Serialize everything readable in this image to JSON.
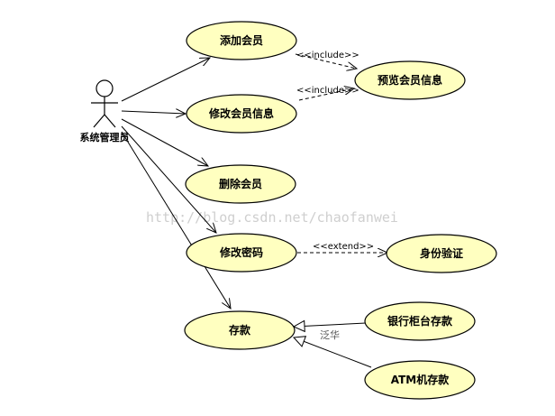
{
  "actor": {
    "name": "系统管理员"
  },
  "use_cases": {
    "add_member": "添加会员",
    "edit_member_info": "修改会员信息",
    "preview_member_info": "预览会员信息",
    "delete_member": "删除会员",
    "change_password": "修改密码",
    "identity_verification": "身份验证",
    "deposit": "存款",
    "bank_counter_deposit": "银行柜台存款",
    "atm_deposit": "ATM机存款"
  },
  "relations": {
    "include_1": "<<include>>",
    "include_2": "<<include>>",
    "extend": "<<extend>>",
    "generalization": "泛华"
  },
  "watermark": "http://blog.csdn.net/chaofanwei",
  "colors": {
    "use_case_fill": "#ffffc0",
    "stroke": "#000000",
    "watermark": "#cfcfcf"
  }
}
